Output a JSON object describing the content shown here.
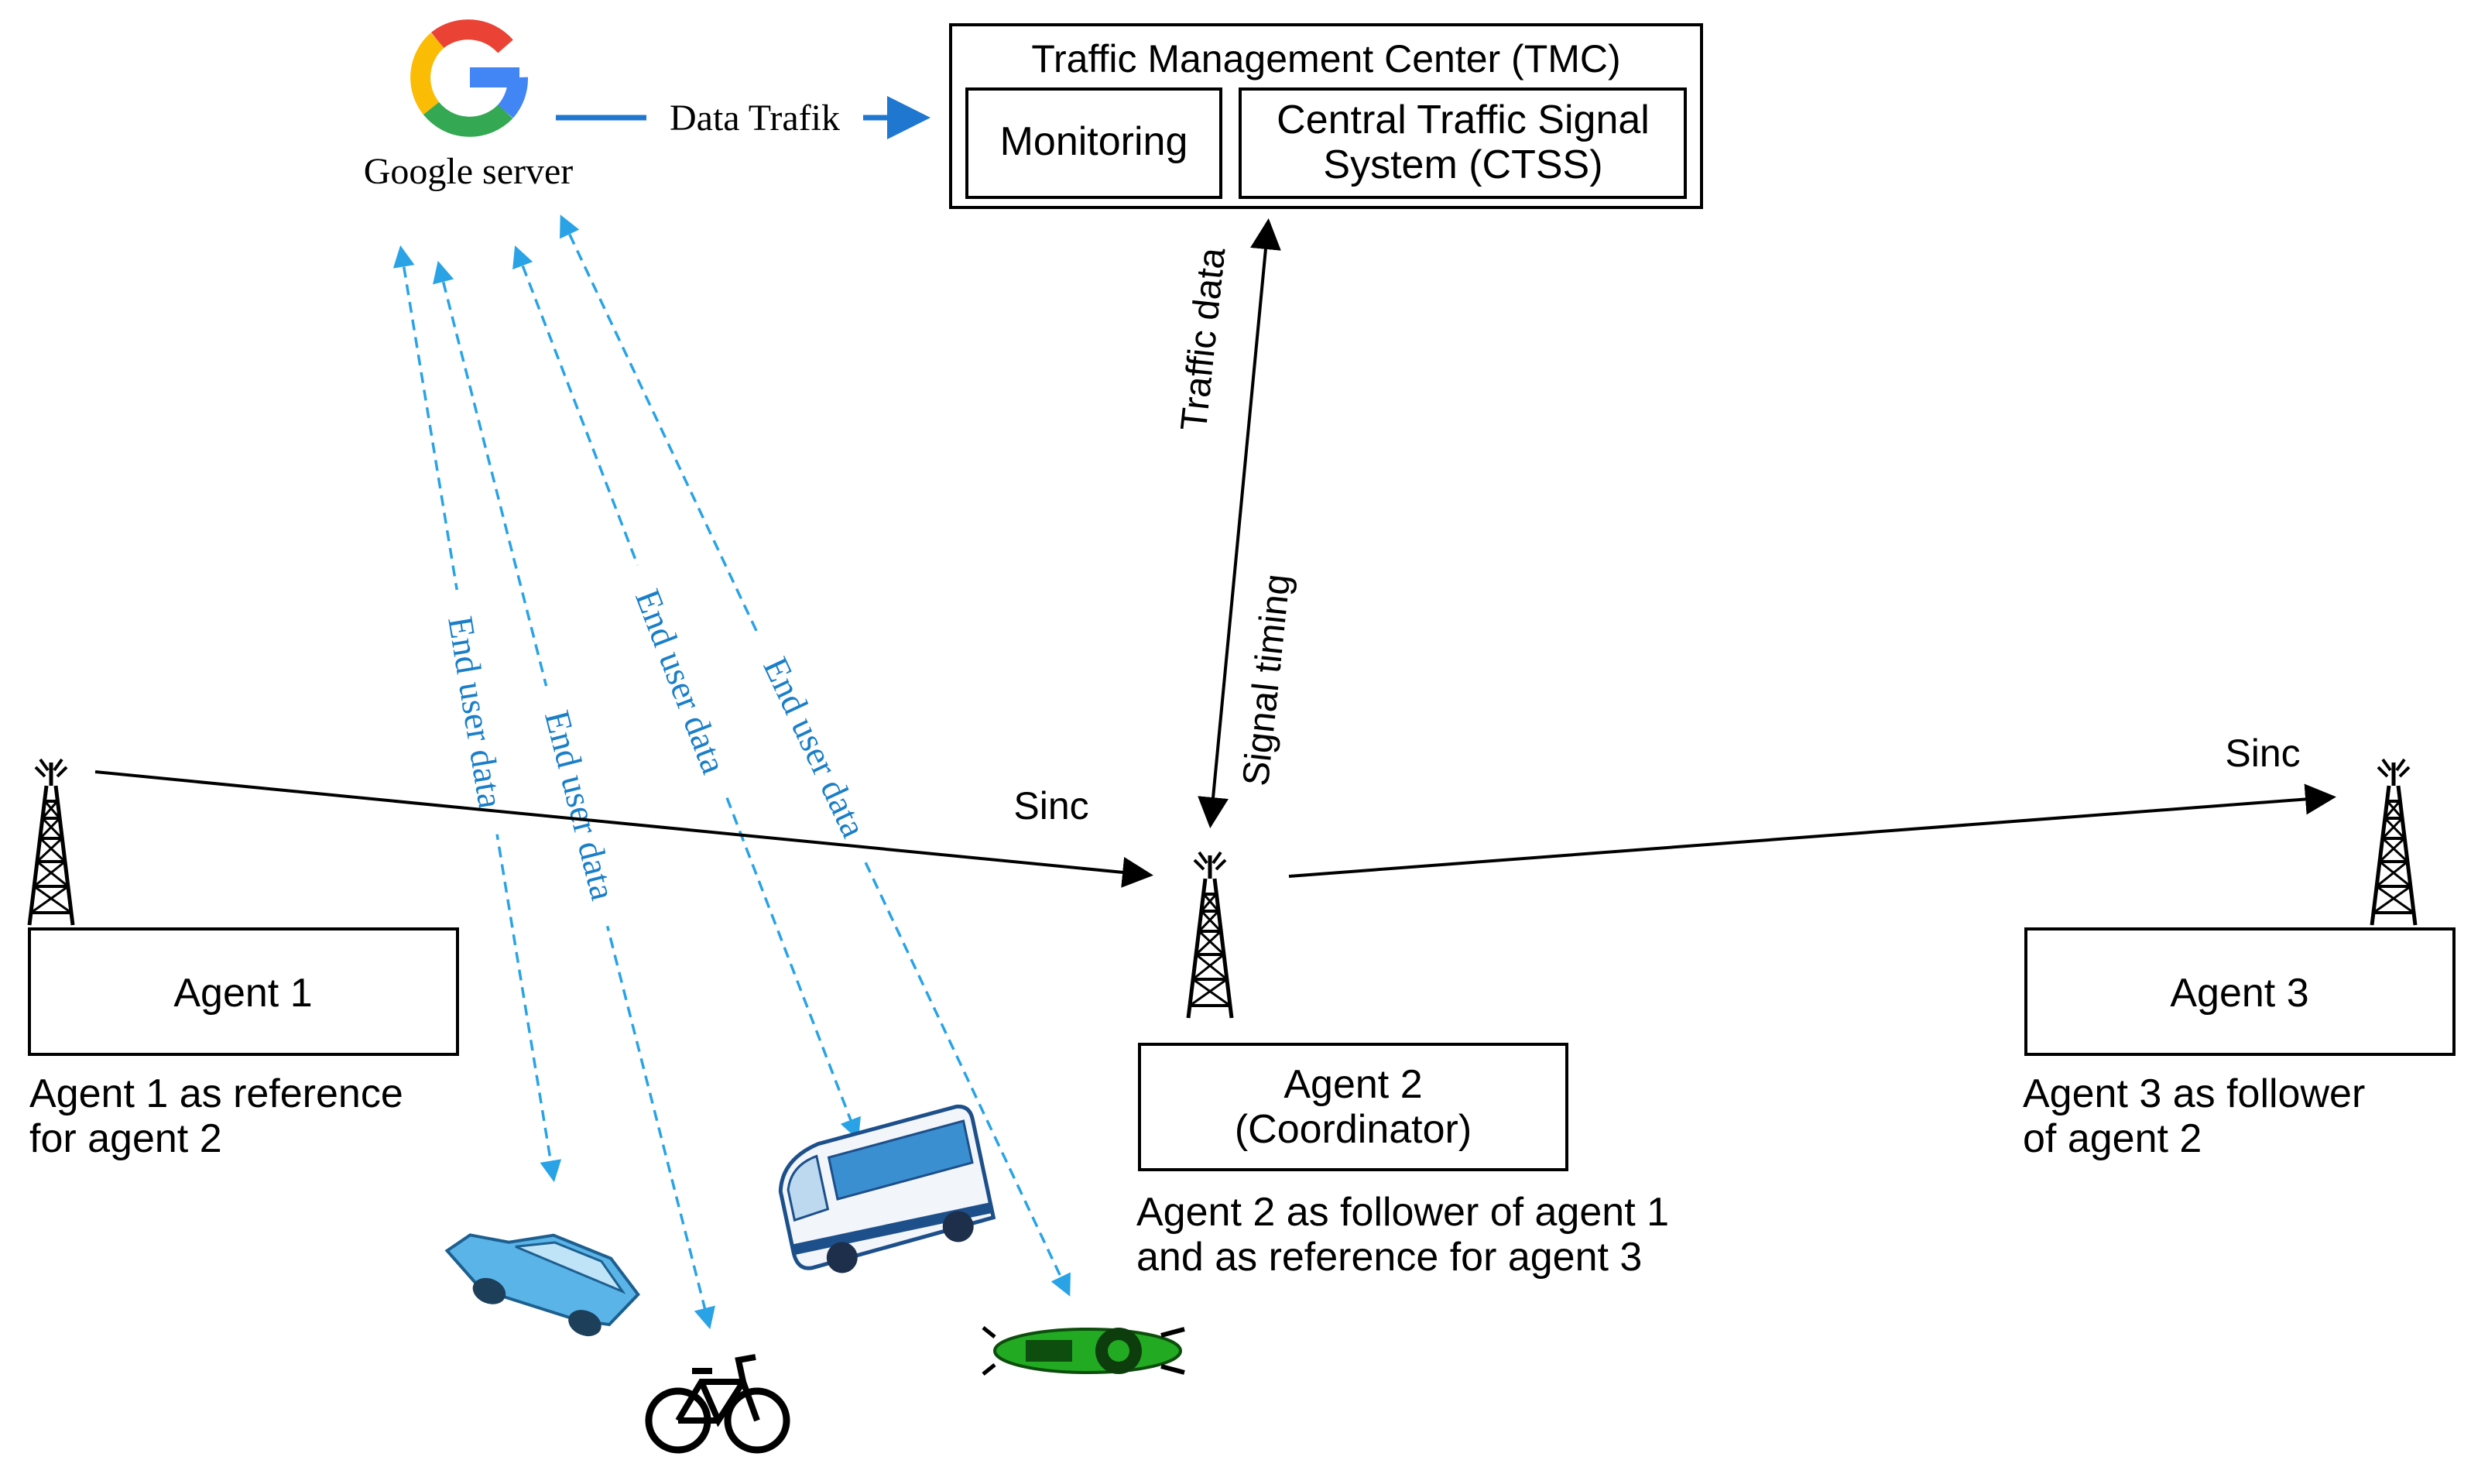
{
  "google": {
    "label": "Google server",
    "data_link_label": "Data Trafik",
    "logo_letter": "G"
  },
  "tmc": {
    "title": "Traffic Management Center (TMC)",
    "monitoring": "Monitoring",
    "ctss_line1": "Central Traffic Signal",
    "ctss_line2": "System (CTSS)"
  },
  "links": {
    "traffic_data": "Traffic data",
    "signal_timing": "Signal timing",
    "sinc_left": "Sinc",
    "sinc_right": "Sinc",
    "end_user_data": [
      "End user data",
      "End user data",
      "End user data",
      "End user data"
    ]
  },
  "agents": {
    "agent1": {
      "name": "Agent 1",
      "caption_line1": "Agent 1 as reference",
      "caption_line2": "for agent 2"
    },
    "agent2": {
      "name": "Agent 2",
      "role": "(Coordinator)",
      "caption_line1": "Agent 2 as follower of agent 1",
      "caption_line2": "and as reference for agent 3"
    },
    "agent3": {
      "name": "Agent 3",
      "caption_line1": "Agent 3 as follower",
      "caption_line2": "of agent 2"
    }
  },
  "colors": {
    "blue_arrow": "#1f77d0",
    "dashed": "#29a3e6",
    "dashed_text": "#1a7fc8",
    "car": "#5ab4e8",
    "bus": "#3a8fd0",
    "motorbike": "#22aa22",
    "google_blue": "#4285F4",
    "google_red": "#EA4335",
    "google_yellow": "#FBBC05",
    "google_green": "#34A853"
  },
  "icons": [
    "google-logo-icon",
    "radio-tower-icon",
    "car-icon",
    "bicycle-icon",
    "bus-icon",
    "motorbike-icon"
  ]
}
